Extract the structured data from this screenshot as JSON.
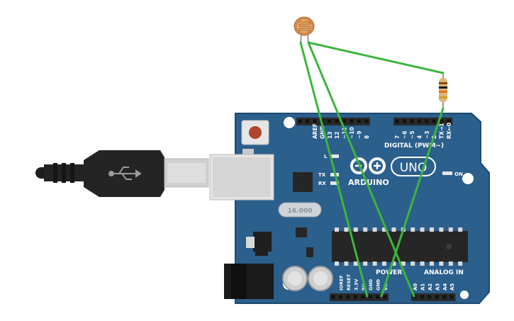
{
  "board": {
    "header_top_labels": [
      "AREF",
      "GND",
      "13",
      "12",
      "~11",
      "~10",
      "~9",
      "8",
      "7",
      "~6",
      "~5",
      "4",
      "~3",
      "2",
      "TX→1",
      "RX←0"
    ],
    "digital_label": "DIGITAL (PWM~)",
    "led_l": "L",
    "led_tx": "TX",
    "led_rx": "RX",
    "led_on": "ON",
    "brand": "ARDUINO",
    "model": "UNO",
    "power_label": "POWER",
    "analog_label": "ANALOG IN",
    "power_pins": [
      "IOREF",
      "RESET",
      "3.3V",
      "5V",
      "GND",
      "GND",
      "Vin"
    ],
    "analog_pins": [
      "A0",
      "A1",
      "A2",
      "A3",
      "A4",
      "A5"
    ],
    "crystal_label": "16.000"
  },
  "colors": {
    "board": "#2b5f8c",
    "board_edge": "#1f4a70",
    "wire": "#3db53d",
    "header": "#2a2a2a",
    "chip": "#262626"
  },
  "components": {
    "photoresistor": "photoresistor-icon",
    "resistor": "resistor-icon",
    "usb_cable": "usb-symbol-icon"
  }
}
